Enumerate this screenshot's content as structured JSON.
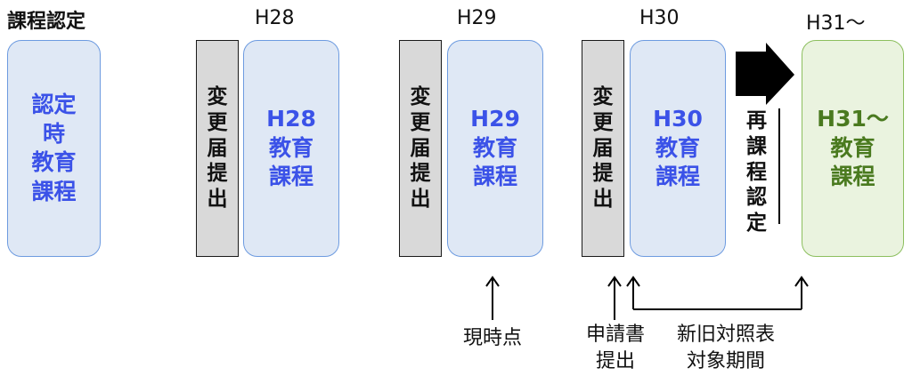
{
  "headers": {
    "cert": "課程認定",
    "h28": "H28",
    "h29": "H29",
    "h30": "H30",
    "h31": "H31〜"
  },
  "boxes": {
    "cert": "認定\n時\n教育\n課程",
    "h28": "H28\n教育\n課程",
    "h29": "H29\n教育\n課程",
    "h30": "H30\n教育\n課程",
    "h31": "H31〜\n教育\n課程"
  },
  "notices": {
    "n1": "変更届提出",
    "n2": "変更届提出",
    "n3": "変更届提出"
  },
  "recert": "再課程認定",
  "labels": {
    "current": "現時点",
    "application": "申請書\n提出",
    "comparison": "新旧対照表\n対象期間"
  },
  "colors": {
    "blue_text": "#3b52e8",
    "blue_fill": "#dfe8f5",
    "green_text": "#4a7a1f",
    "green_fill": "#eaf3df",
    "notice_fill": "#d9d9d9"
  }
}
